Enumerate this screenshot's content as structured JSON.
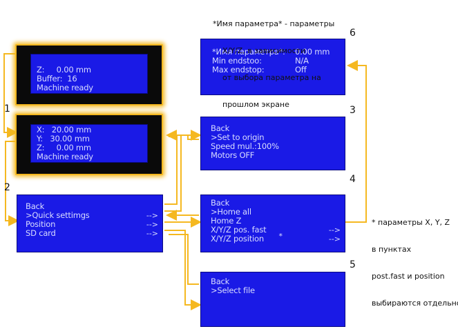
{
  "labels": {
    "n1": "1",
    "n2": "2",
    "n3": "3",
    "n4": "4",
    "n5": "5",
    "n6": "6"
  },
  "note_top": [
    "*Имя параметра* - параметры",
    "X/Y/Z, в зависимости",
    "от выбора параметра на",
    "прошлом экране"
  ],
  "note_right": [
    "* параметры X, Y, Z",
    "в пунктах",
    "post.fast и position",
    "выбираются отдельно"
  ],
  "screen_status_z": {
    "lines": [
      "Z:     0.00 mm",
      "Buffer:  16",
      "Machine ready"
    ]
  },
  "screen_status_xyz": {
    "lines": [
      "X:   20.00 mm",
      "Y:   30.00 mm",
      "Z:     0.00 mm",
      "Machine ready"
    ]
  },
  "screen_main_menu": {
    "lines": [
      "Back",
      ">Quick settimgs",
      "Position",
      "SD card"
    ],
    "arrows": [
      "-->",
      "-->",
      "-->"
    ]
  },
  "screen_quick": {
    "lines": [
      "Back",
      ">Set to origin",
      "Speed mul.:100%",
      "Motors OFF"
    ]
  },
  "screen_position": {
    "lines": [
      "Back",
      ">Home all",
      "Home Z",
      "X/Y/Z pos. fast",
      "X/Y/Z position"
    ],
    "arrows": [
      "-->",
      "-->"
    ],
    "star": "*"
  },
  "screen_sd": {
    "lines": [
      "Back",
      ">Select file"
    ]
  },
  "screen_param": {
    "lines": [
      "*Имя параметра*:",
      "Min endstoo:",
      "Max endstop:"
    ],
    "values": [
      "0.00 mm",
      "N/A",
      "Off"
    ]
  },
  "colors": {
    "lcd": "#1a1ae6",
    "text": "#d8dcff",
    "arrow": "#f5b820",
    "frame": "#0a0a0a"
  }
}
